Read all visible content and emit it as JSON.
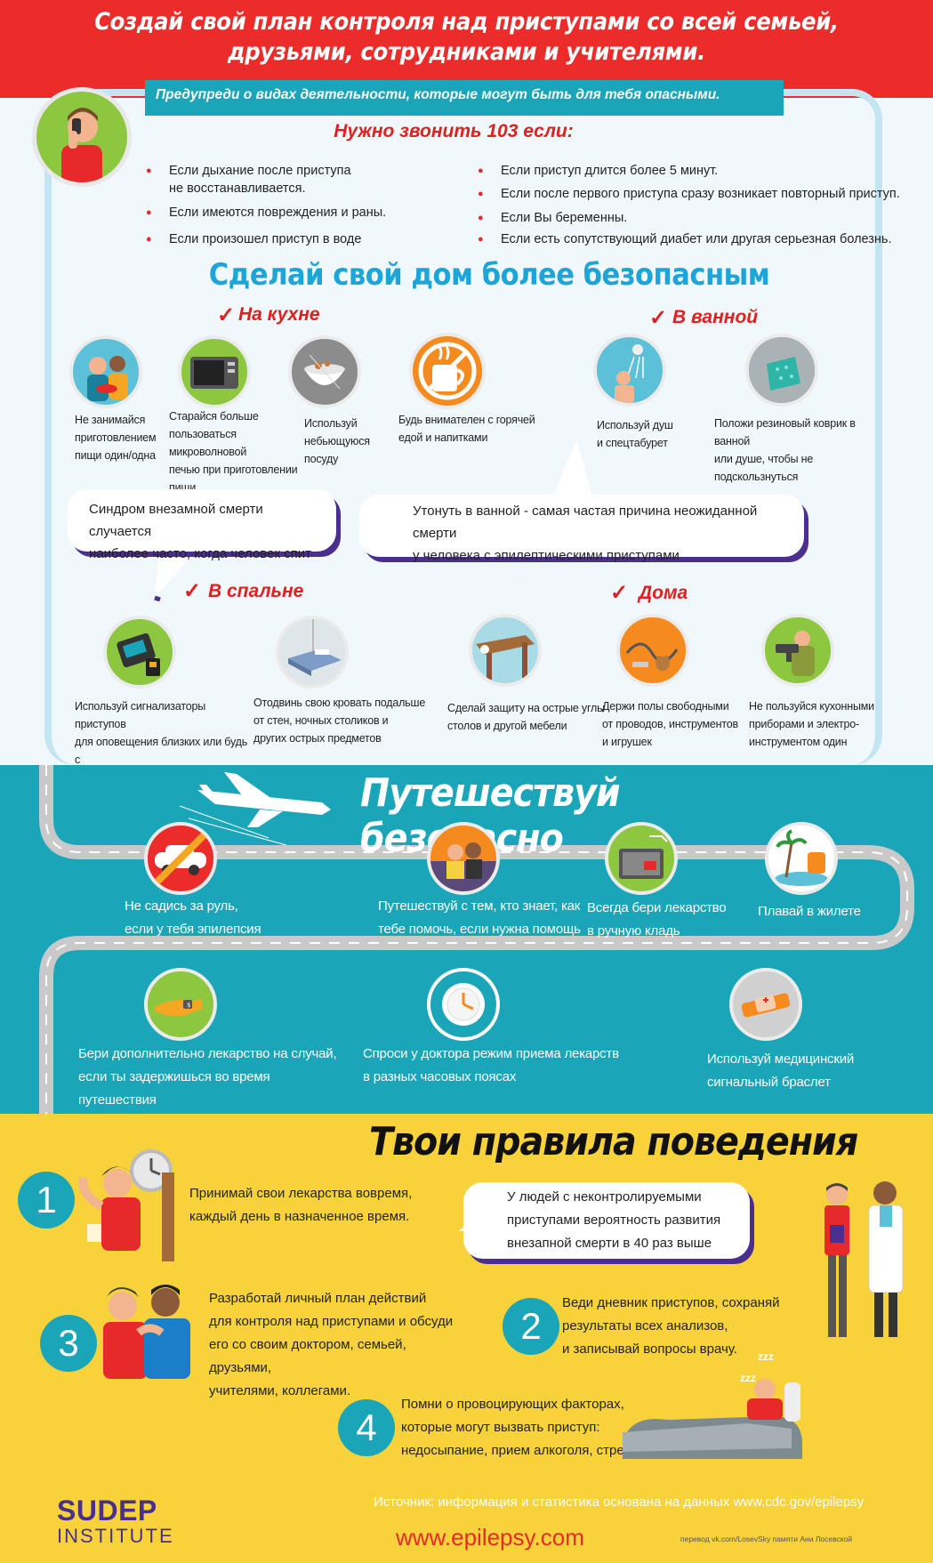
{
  "header": {
    "title_line1": "Создай свой план контроля над приступами со всей семьей,",
    "title_line2": "друзьями, сотрудниками и учителями.",
    "warning": "Предупреди о видах деятельности, которые могут быть для тебя опасными."
  },
  "call": {
    "title": "Нужно звонить 103 если:",
    "left": [
      "Если дыхание после приступа\nне восстанавливается.",
      "Если имеются повреждения и раны.",
      "Если произошел приступ в воде"
    ],
    "right": [
      "Если приступ длится более 5 минут.",
      "Если после первого приступа сразу возникает повторный приступ.",
      "Если Вы беременны.",
      "Если есть сопутствующий диабет или другая серьезная болезнь."
    ]
  },
  "home": {
    "title": "Сделай свой дом более безопасным",
    "kitchen": {
      "label": "На кухне",
      "items": [
        "Не занимайся\nприготовлением\nпищи один/одна",
        "Старайся больше\nпользоваться микроволновой\nпечью при приготовлении\nпищи",
        "Используй\nнебьющуюся\nпосуду",
        "Будь внимателен с горячей\nедой и напитками"
      ]
    },
    "bath": {
      "label": "В ванной",
      "items": [
        "Используй душ\nи спецтабурет",
        "Положи резиновый коврик в ванной\nили душе, чтобы не подскользнуться"
      ]
    },
    "bubble_left": "Синдром внезамной смерти случается\nнаиболее часто, когда человек спит",
    "bubble_right": "Утонуть в ванной - самая частая причина неожиданной смерти\nу человека с эпилептическими приступами",
    "bedroom": {
      "label": "В спальне",
      "items": [
        "Используй сигнализаторы приступов\nдля оповещения близких или будь с\nкем-либо в комнате",
        "Отодвинь свою кровать подальше\nот стен, ночных столиков и\nдругих острых предметов"
      ]
    },
    "house": {
      "label": "Дома",
      "items": [
        "Сделай защиту на острые углы\nстолов и другой мебели",
        "Держи полы свободными\nот проводов, инструментов\nи игрушек",
        "Не пользуйся кухонными\nприборами и электро-\nинструментом один"
      ]
    }
  },
  "travel": {
    "title": "Путешествуй безопасно",
    "items": [
      "Не садись за руль,\nесли у тебя эпилепсия",
      "Путешествуй с тем, кто знает, как\nтебе помочь, если нужна помощь",
      "Всегда бери лекарство\nв ручную кладь",
      "Плавай в жилете",
      "Бери дополнительно лекарство на случай,\nесли ты задержишься во время путешествия",
      "Спроси у доктора режим приема лекарств\nв разных часовых поясах",
      "Используй медицинский\nсигнальный браслет"
    ]
  },
  "rules": {
    "title": "Твои правила поведения",
    "n1": "1",
    "n2": "2",
    "n3": "3",
    "n4": "4",
    "r1": "Принимай свои лекарства вовремя,\nкаждый день в назначенное время.",
    "r2": "Веди дневник приступов, сохраняй\nрезультаты всех анализов,\nи записывай вопросы врачу.",
    "r3": "Разработай личный план действий\nдля контроля над приступами и обсуди\nего со своим доктором, семьей, друзьями,\nучителями, коллегами.",
    "r4": "Помни о провоцирующих факторах,\nкоторые могут вызвать приступ:\nнедосыпание, прием алкоголя, стресс.",
    "bubble": "У людей с неконтролируемыми\nприступами вероятность развития\nвнезапной смерти в 40 раз выше",
    "zzz": "zzz"
  },
  "footer": {
    "logo_line1": "SUDEP",
    "logo_line2": "INSTITUTE",
    "source": "Источник: информация и статистика основана на данных www.cdc.gov/epilepsy",
    "site": "www.epilepsy.com",
    "credit": "перевод vk.com/LosevSky памяти Ани Лосевской"
  },
  "colors": {
    "red": "#ec2b2b",
    "teal": "#1aa6b8",
    "yellow": "#f7d23a",
    "purple": "#4b2f8f",
    "blue_title": "#1ea5d8"
  }
}
